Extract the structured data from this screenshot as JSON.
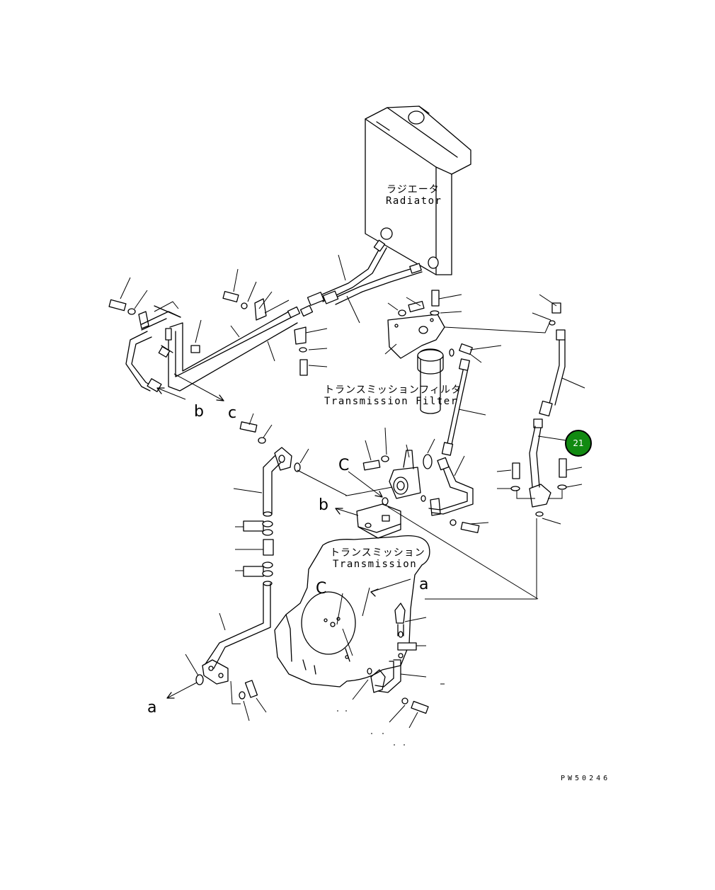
{
  "labels": {
    "radiator_jp": "ラジエータ",
    "radiator_en": "Radiator",
    "filter_jp": "トランスミッションフィルタ",
    "filter_en": "Transmission Filter",
    "transmission_jp": "トランスミッション",
    "transmission_en": "Transmission"
  },
  "letters": {
    "b_left": "b",
    "c_left": "c",
    "c_mid": "C",
    "b_mid": "b",
    "a_right": "a",
    "a_bottom": "a",
    "c_trans": "C"
  },
  "callout": {
    "number": "21",
    "color": "#118a11",
    "ring": "#000000"
  },
  "drawing_code": "PW50246"
}
